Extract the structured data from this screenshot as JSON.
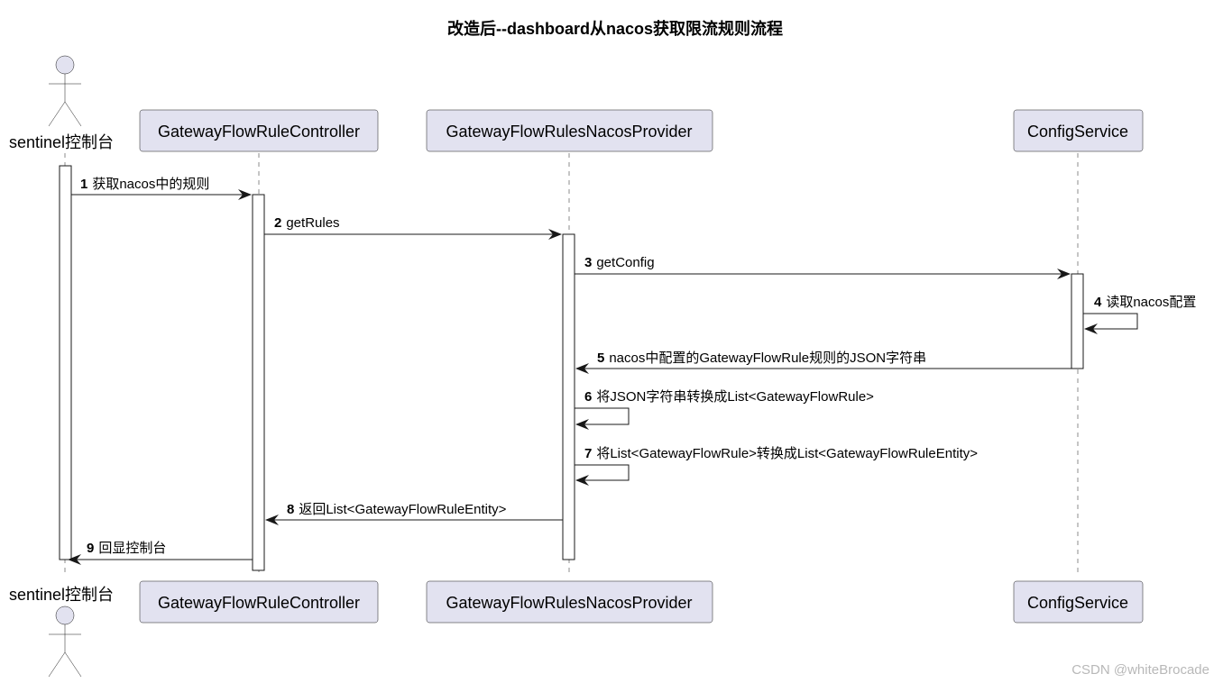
{
  "title": "改造后--dashboard从nacos获取限流规则流程",
  "participants": [
    {
      "key": "console",
      "type": "actor",
      "name": "sentinel控制台"
    },
    {
      "key": "controller",
      "type": "participant",
      "name": "GatewayFlowRuleController"
    },
    {
      "key": "provider",
      "type": "participant",
      "name": "GatewayFlowRulesNacosProvider"
    },
    {
      "key": "config",
      "type": "participant",
      "name": "ConfigService"
    }
  ],
  "messages": [
    {
      "num": "1",
      "text": "获取nacos中的规则",
      "from": "console",
      "to": "controller",
      "kind": "sync"
    },
    {
      "num": "2",
      "text": "getRules",
      "from": "controller",
      "to": "provider",
      "kind": "sync"
    },
    {
      "num": "3",
      "text": "getConfig",
      "from": "provider",
      "to": "config",
      "kind": "sync"
    },
    {
      "num": "4",
      "text": "读取nacos配置",
      "from": "config",
      "to": "config",
      "kind": "self"
    },
    {
      "num": "5",
      "text": "nacos中配置的GatewayFlowRule规则的JSON字符串",
      "from": "config",
      "to": "provider",
      "kind": "return"
    },
    {
      "num": "6",
      "text": "将JSON字符串转换成List<GatewayFlowRule>",
      "from": "provider",
      "to": "provider",
      "kind": "self"
    },
    {
      "num": "7",
      "text": "将List<GatewayFlowRule>转换成List<GatewayFlowRuleEntity>",
      "from": "provider",
      "to": "provider",
      "kind": "self"
    },
    {
      "num": "8",
      "text": "返回List<GatewayFlowRuleEntity>",
      "from": "provider",
      "to": "controller",
      "kind": "return"
    },
    {
      "num": "9",
      "text": "回显控制台",
      "from": "controller",
      "to": "console",
      "kind": "return"
    }
  ],
  "watermark": "CSDN @whiteBrocade"
}
